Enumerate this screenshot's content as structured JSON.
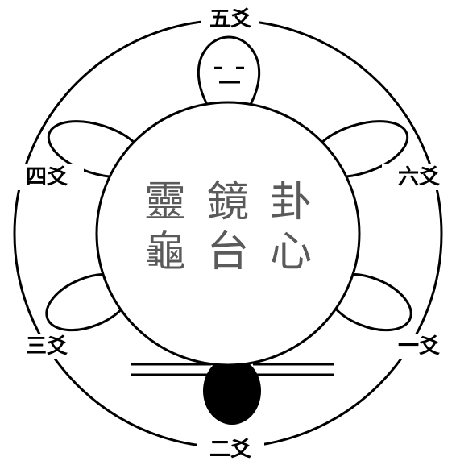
{
  "diagram": {
    "center_text": {
      "row1": [
        "靈",
        "鏡",
        "卦"
      ],
      "row2": [
        "龜",
        "台",
        "心"
      ]
    },
    "yao_labels": {
      "top": "五爻",
      "upper_left": "四爻",
      "upper_right": "六爻",
      "lower_left": "三爻",
      "lower_right": "一爻",
      "bottom": "二爻"
    },
    "colors": {
      "line": "#000000",
      "text": "#5a5a5a",
      "background": "#ffffff"
    }
  }
}
